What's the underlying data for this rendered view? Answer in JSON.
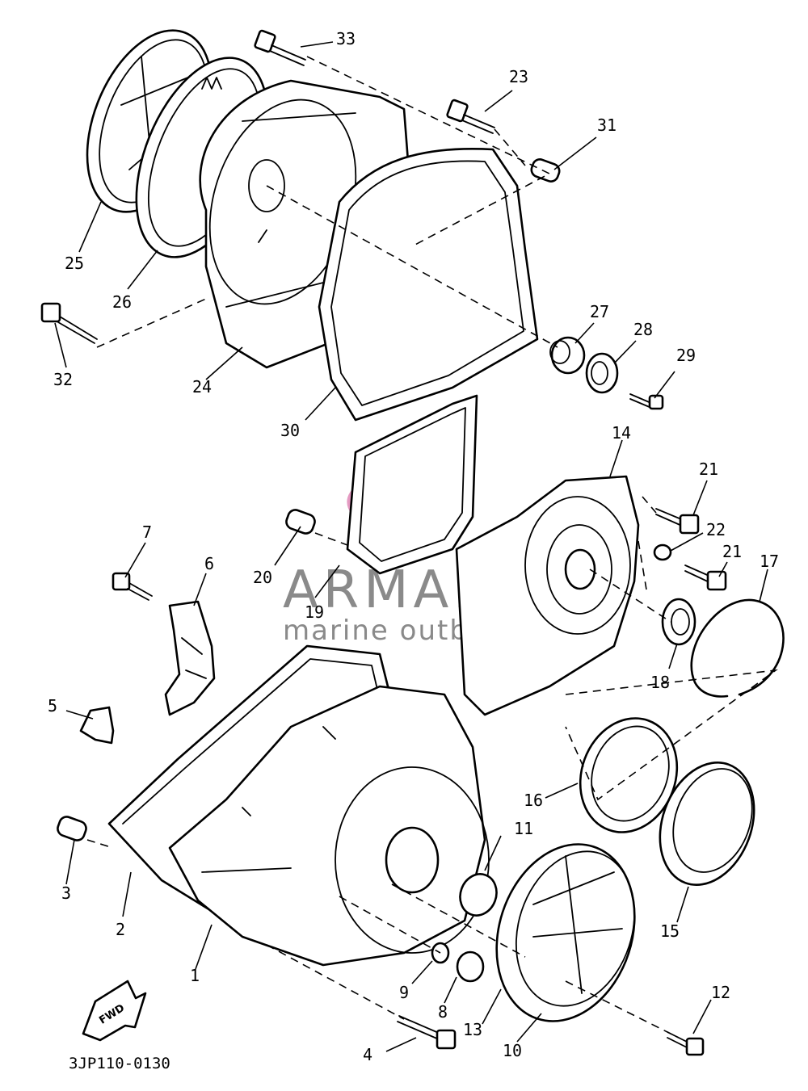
{
  "diagram_code": "3JP110-0130",
  "fwd_label": "FWD",
  "watermark": {
    "title": "ARMADA",
    "subtitle": "marine outboards",
    "accent_color": "#e59ac2",
    "text_color": "#8a8a8a"
  },
  "callouts": [
    "1",
    "2",
    "3",
    "4",
    "5",
    "6",
    "7",
    "8",
    "9",
    "10",
    "11",
    "12",
    "13",
    "14",
    "15",
    "16",
    "17",
    "18",
    "19",
    "20",
    "21",
    "21",
    "22",
    "23",
    "24",
    "25",
    "26",
    "27",
    "28",
    "29",
    "30",
    "31",
    "32",
    "33"
  ]
}
